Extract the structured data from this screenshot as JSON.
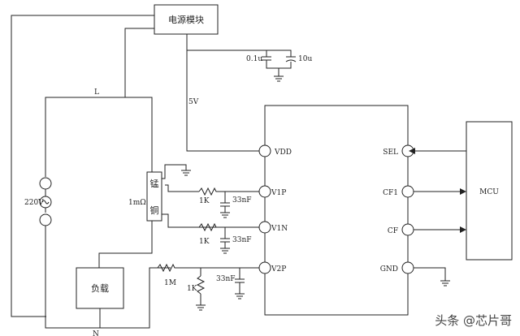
{
  "blocks": {
    "power_module": "电源模块",
    "mcu": "MCU",
    "load": "负载",
    "shunt_top": "锰",
    "shunt_bottom": "铜"
  },
  "labels": {
    "L": "L",
    "N": "N",
    "ac_voltage": "220V",
    "supply_5v": "5V",
    "cap_a": "0.1u",
    "cap_b": "10u",
    "shunt_value": "1mΩ",
    "r1": "1K",
    "r2": "1K",
    "r3": "1M",
    "r4": "1K",
    "c1": "33nF",
    "c2": "33nF",
    "c3": "33nF"
  },
  "ic_left_pins": [
    "VDD",
    "V1P",
    "V1N",
    "V2P"
  ],
  "ic_right_pins": [
    "SEL",
    "CF1",
    "CF",
    "GND"
  ],
  "watermark": "头条 @芯片哥"
}
